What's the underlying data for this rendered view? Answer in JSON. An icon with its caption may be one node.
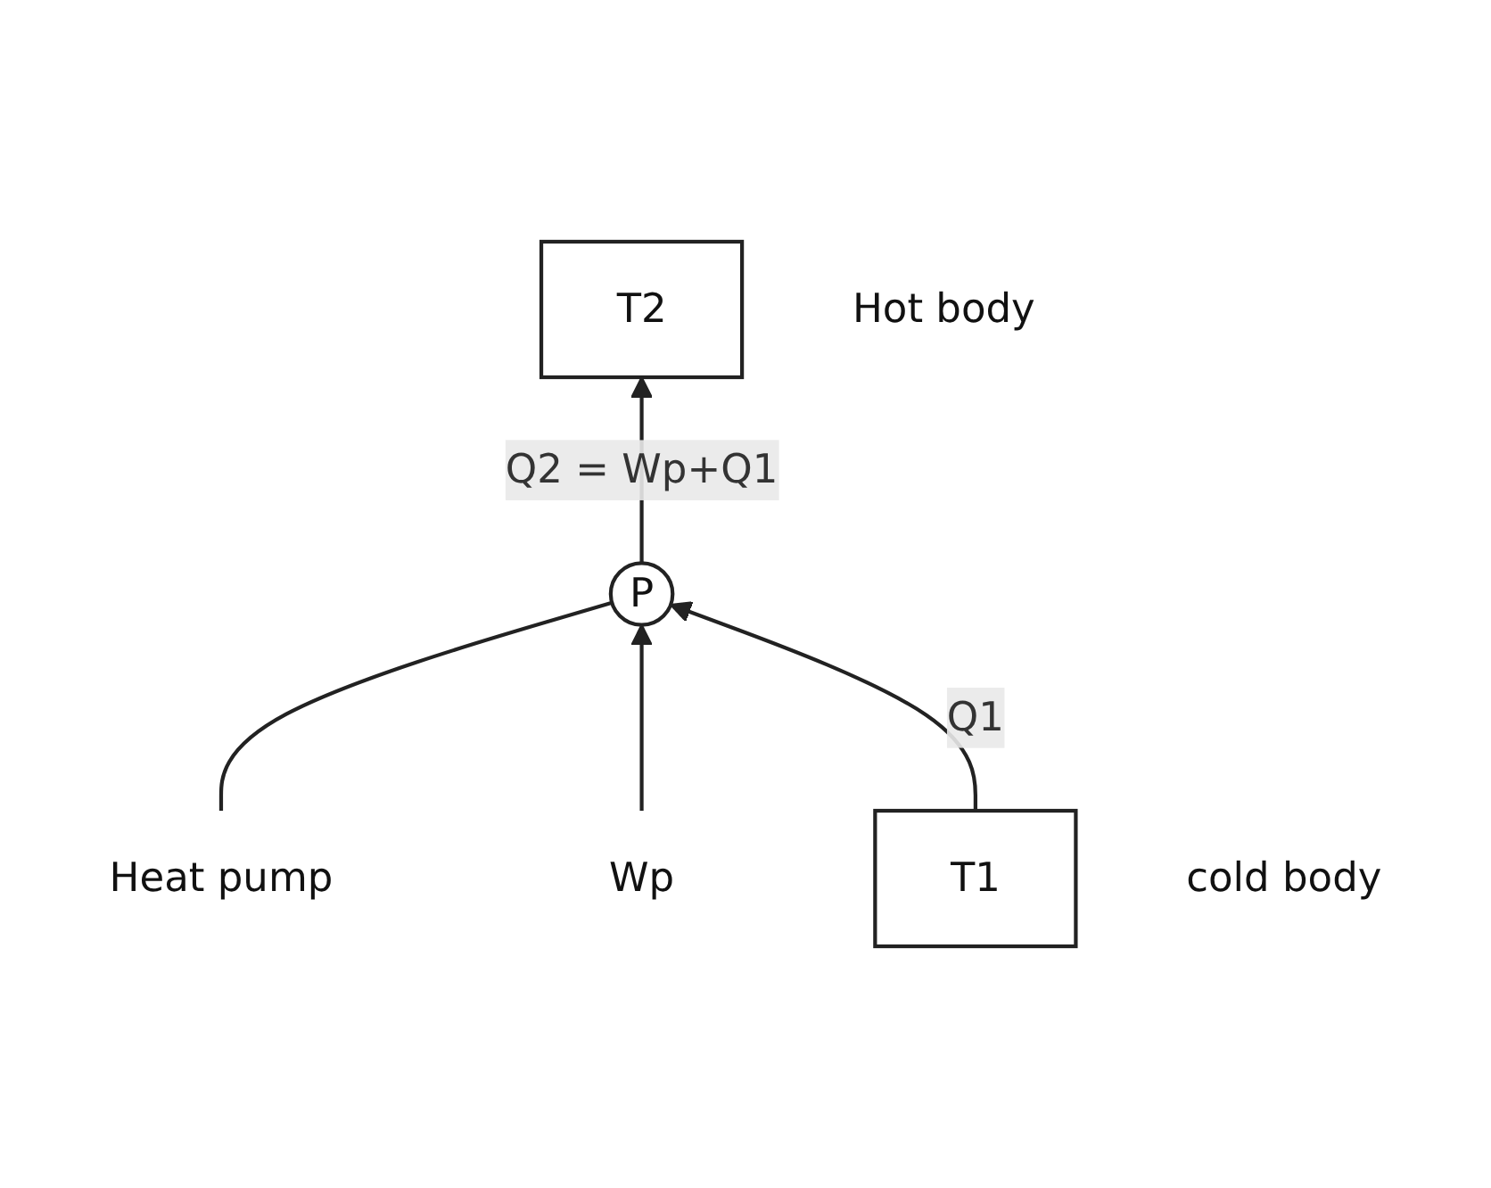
{
  "diagram": {
    "nodes": [
      {
        "text": [
          "T2"
        ],
        "beside": [
          "Hot body"
        ]
      },
      {
        "text": [
          "Heat pump"
        ]
      },
      {
        "text": [
          "P"
        ]
      },
      {
        "text": [
          "Wp"
        ]
      },
      {
        "text": [
          "T1"
        ],
        "beside": [
          "cold body"
        ]
      }
    ],
    "edges": [
      {
        "from": 2,
        "to": 0,
        "arrow": "to",
        "label": "Q2 = Wp+Q1"
      },
      {
        "from": 1,
        "to": 2,
        "arrow": "none"
      },
      {
        "from": 3,
        "to": 2,
        "arrow": "to"
      },
      {
        "from": 4,
        "to": 2,
        "arrow": "to",
        "label": "Q1"
      }
    ]
  }
}
